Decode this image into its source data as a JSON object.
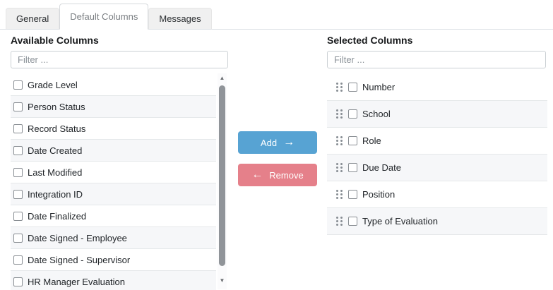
{
  "tab_bar": {
    "tabs": [
      {
        "label": "General"
      },
      {
        "label": "Default Columns"
      },
      {
        "label": "Messages"
      }
    ],
    "active_tab": "Default Columns"
  },
  "available": {
    "title": "Available Columns",
    "filter_placeholder": "Filter ...",
    "filter_value": "",
    "items": [
      {
        "label": "Grade Level",
        "checked": false
      },
      {
        "label": "Person Status",
        "checked": false
      },
      {
        "label": "Record Status",
        "checked": false
      },
      {
        "label": "Date Created",
        "checked": false
      },
      {
        "label": "Last Modified",
        "checked": false
      },
      {
        "label": "Integration ID",
        "checked": false
      },
      {
        "label": "Date Finalized",
        "checked": false
      },
      {
        "label": "Date Signed - Employee",
        "checked": false
      },
      {
        "label": "Date Signed - Supervisor",
        "checked": false
      },
      {
        "label": "HR Manager Evaluation",
        "checked": false
      }
    ]
  },
  "selected": {
    "title": "Selected Columns",
    "filter_placeholder": "Filter ...",
    "filter_value": "",
    "items": [
      {
        "label": "Number",
        "checked": false
      },
      {
        "label": "School",
        "checked": false
      },
      {
        "label": "Role",
        "checked": false
      },
      {
        "label": "Due Date",
        "checked": false
      },
      {
        "label": "Position",
        "checked": false
      },
      {
        "label": "Type of Evaluation",
        "checked": false
      }
    ]
  },
  "buttons": {
    "add": {
      "label": "Add",
      "arrow": "→"
    },
    "remove": {
      "label": "Remove",
      "arrow": "←"
    }
  },
  "scrollbar": {
    "up_glyph": "▲",
    "down_glyph": "▼"
  },
  "icons": {
    "drag_handle": "grip-dots",
    "checkbox": "unchecked-checkbox"
  },
  "colors": {
    "add_button": "#57a3d3",
    "remove_button": "#e5808a",
    "active_tab_text": "#797d81",
    "inactive_tab_bg": "#f0f0f0",
    "row_stripe": "#f6f7f9",
    "border": "#dee2e6",
    "scroll_thumb": "#909499"
  }
}
